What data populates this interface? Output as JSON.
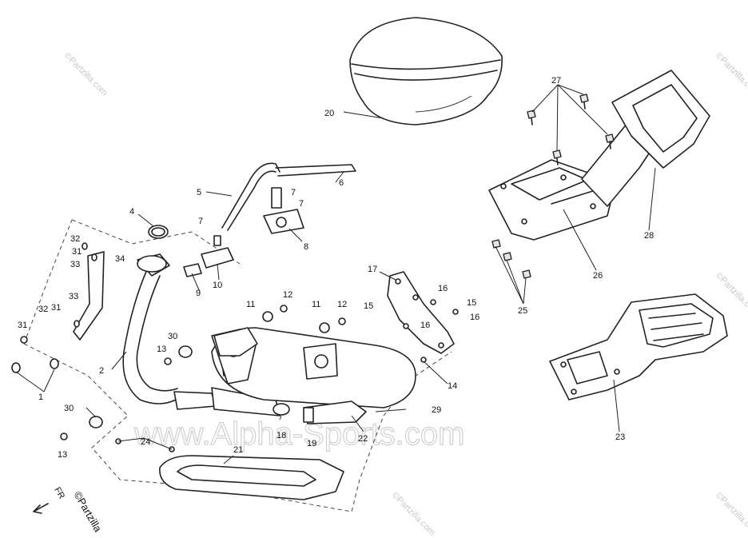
{
  "callouts": {
    "c1": "1",
    "c2": "2",
    "c4": "4",
    "c5": "5",
    "c6": "6",
    "c7a": "7",
    "c7b": "7",
    "c7c": "7",
    "c8": "8",
    "c9": "9",
    "c10": "10",
    "c11a": "11",
    "c11b": "11",
    "c12a": "12",
    "c12b": "12",
    "c13a": "13",
    "c13b": "13",
    "c14": "14",
    "c15a": "15",
    "c15b": "15",
    "c16a": "16",
    "c16b": "16",
    "c16c": "16",
    "c17": "17",
    "c18": "18",
    "c19": "19",
    "c20": "20",
    "c21": "21",
    "c22": "22",
    "c23": "23",
    "c24": "24",
    "c25": "25",
    "c26": "26",
    "c27": "27",
    "c28": "28",
    "c29": "29",
    "c30a": "30",
    "c30b": "30",
    "c31a": "31",
    "c31b": "31",
    "c31c": "31",
    "c32a": "32",
    "c32b": "32",
    "c33a": "33",
    "c33b": "33",
    "c34": "34"
  },
  "watermarks": {
    "main": "www.Alpha-Sports.com",
    "partzilla": "©Partzilla.com",
    "corner": "©Partzilla",
    "corner_code": "FR"
  }
}
